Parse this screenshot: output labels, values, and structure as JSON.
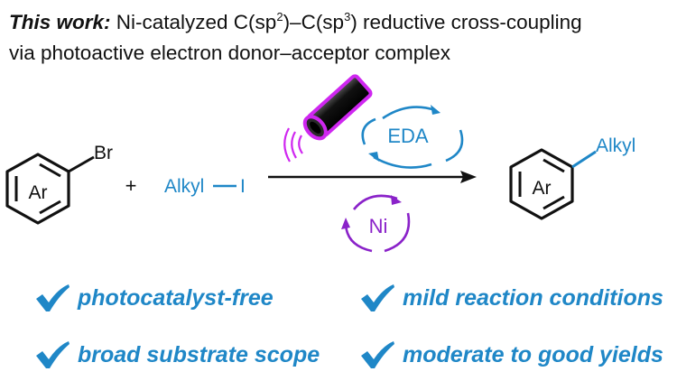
{
  "title": {
    "bold_prefix": "This work:",
    "line1_a": " Ni-catalyzed C(sp",
    "sup1": "2",
    "line1_b": ")–C(sp",
    "sup2": "3",
    "line1_c": ") reductive cross-coupling",
    "line2": "via photoactive electron donor–acceptor complex"
  },
  "reaction": {
    "reactant_ring_label": "Ar",
    "reactant_substituent": "Br",
    "plus": "+",
    "alkyl_reagent_a": "Alkyl",
    "alkyl_reagent_b": "I",
    "eda_label": "EDA",
    "ni_label": "Ni",
    "product_ring_label": "Ar",
    "product_substituent": "Alkyl"
  },
  "benefits": [
    "photocatalyst-free",
    "mild reaction conditions",
    "broad substrate scope",
    "moderate to good yields"
  ],
  "colors": {
    "accent_blue": "#1f87c7",
    "purple": "#8a22c9",
    "black": "#111111"
  },
  "icons": {
    "light_source": "flashlight-icon",
    "check": "check-icon"
  }
}
